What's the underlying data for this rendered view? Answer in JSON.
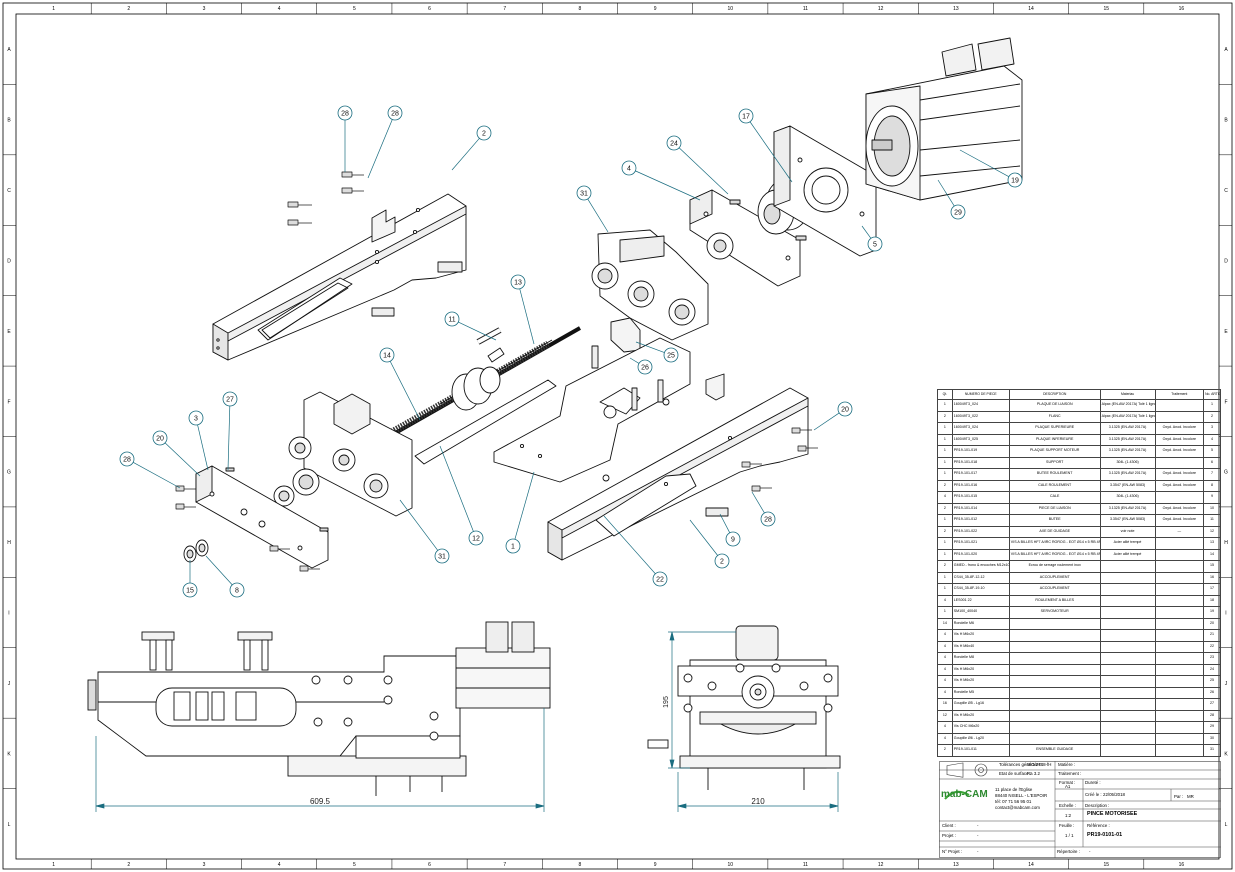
{
  "border": {
    "columns": [
      "1",
      "2",
      "3",
      "4",
      "5",
      "6",
      "7",
      "8",
      "9",
      "10",
      "11",
      "12",
      "13",
      "14",
      "15",
      "16"
    ],
    "rows": [
      "A",
      "B",
      "C",
      "D",
      "E",
      "F",
      "G",
      "H",
      "I",
      "J",
      "K",
      "L"
    ]
  },
  "balloons": [
    "28",
    "28",
    "2",
    "17",
    "24",
    "4",
    "31",
    "19",
    "29",
    "5",
    "13",
    "11",
    "14",
    "25",
    "26",
    "3",
    "27",
    "20",
    "28",
    "20",
    "12",
    "31",
    "1",
    "15",
    "8",
    "22",
    "2",
    "28",
    "9"
  ],
  "dimensions": {
    "front_width": "609.5",
    "side_width": "210",
    "side_height": "195"
  },
  "bom": {
    "headers": [
      "Qt.",
      "NUMERO DE PIECE",
      "DESCRIPTION",
      "Materiau",
      "Traitement",
      "No. ARTICLE"
    ],
    "rows": [
      [
        "1",
        "160049T3_024",
        "PLAQUE DE LIAISON",
        "Alpax (EN-AW 2017A) Tolé 1 ligne",
        "",
        "1"
      ],
      [
        "2",
        "160049T3_022",
        "FLANC",
        "Alpax (EN-AW 2017A) Tolé 1 ligne",
        "",
        "2"
      ],
      [
        "1",
        "160049T3_024",
        "PLAQUE SUPERIEURE",
        "3.1325 (EN-AW 2017A)",
        "Oxyd. Anod. Incolore",
        "3"
      ],
      [
        "1",
        "160049T3_025",
        "PLAQUE INFERIEURE",
        "3.1325 (EN-AW 2017A)",
        "Oxyd. Anod. Incolore",
        "4"
      ],
      [
        "1",
        "PR19-101-019",
        "PLAQUE SUPPORT MOTEUR",
        "3.1325 (EN-AW 2017A)",
        "Oxyd. Anod. Incolore",
        "5"
      ],
      [
        "1",
        "PR19-101-018",
        "SUPPORT",
        "304L (1.4306)",
        "",
        "6"
      ],
      [
        "1",
        "PR19-101-017",
        "BUTEE ROULEMENT",
        "3.1325 (EN-AW 2017A)",
        "Oxyd. Anod. Incolore",
        "7"
      ],
      [
        "2",
        "PR19-101-016",
        "CALE ROULEMENT",
        "3.3547 (EN-AW 5083)",
        "Oxyd. Anod. Incolore",
        "8"
      ],
      [
        "4",
        "PR19-101-015",
        "CALE",
        "304L (1.4306)",
        "",
        "9"
      ],
      [
        "2",
        "PR19-101-014",
        "PIECE DE LIAISON",
        "3.1325 (EN-AW 2017A)",
        "Oxyd. Anod. Incolore",
        "10"
      ],
      [
        "1",
        "PR19-101-012",
        "BUTEE",
        "3.3547 (EN-AW 5083)",
        "Oxyd. Anod. Incolore",
        "11"
      ],
      [
        "2",
        "PR19-101-022",
        "AXE DE GUIDAGE",
        "voir note",
        "—",
        "12"
      ],
      [
        "1",
        "PR19-101-021",
        "VIS A BILLES HF7 A/IRC ROROG - EOT Ø14 x 5 RB 4R 2 5 65 DF A D M",
        "Acier allié trempé",
        "",
        "13"
      ],
      [
        "1",
        "PR19-101-020",
        "VIS A BILLES HF7 A/IRC ROROG - EOT Ø14 x 5 RB 4R 2 5 65 DF A D M (pas à gauche)",
        "Acier allié trempé",
        "",
        "14"
      ],
      [
        "2",
        "GMED - frono & encoches M12x100",
        "Ecrou de serrage roulement inox",
        "",
        "",
        "15"
      ],
      [
        "1",
        "CS44_35-8F-12-12",
        "ACCOUPLEMENT",
        "",
        "",
        "16"
      ],
      [
        "1",
        "CS44_35-8F-19-10",
        "ACCOUPLEMENT",
        "",
        "",
        "17"
      ],
      [
        "4",
        "LES001 22",
        "ROULEMENT A BILLES",
        "",
        "",
        "18"
      ],
      [
        "1",
        "SM100_40040",
        "SERVOMOTEUR",
        "",
        "",
        "19"
      ],
      [
        "14",
        "Rondelle M6",
        "",
        "",
        "",
        "20"
      ],
      [
        "4",
        "Vis H M6x20",
        "",
        "",
        "",
        "21"
      ],
      [
        "4",
        "Vis H M6x40",
        "",
        "",
        "",
        "22"
      ],
      [
        "4",
        "Rondelle M8",
        "",
        "",
        "",
        "23"
      ],
      [
        "4",
        "Vis H M6x20",
        "",
        "",
        "",
        "24"
      ],
      [
        "4",
        "Vis H M6x20",
        "",
        "",
        "",
        "25"
      ],
      [
        "4",
        "Rondelle M5",
        "",
        "",
        "",
        "26"
      ],
      [
        "16",
        "Goupille Ø5 - Lg16",
        "",
        "",
        "",
        "27"
      ],
      [
        "12",
        "Vis H M6x20",
        "",
        "",
        "",
        "28"
      ],
      [
        "4",
        "Vis CHC M6x20",
        "",
        "",
        "",
        "29"
      ],
      [
        "4",
        "Goupille Ø6 - Lg20",
        "",
        "",
        "",
        "30"
      ],
      [
        "2",
        "PR19-101-011",
        "ENSEMBLE GUIDAGE",
        "",
        "",
        "31"
      ]
    ]
  },
  "title_block": {
    "tolerances_label": "Tolérances générales :",
    "tolerances_value": "ISO 2768-fH",
    "surface_label": "Etat de surface :",
    "surface_value": "Ra 3.2",
    "matiere_label": "Matière :",
    "traitement_label": "Traitement :",
    "format_label": "Format :",
    "format_value": "A1",
    "duree_label": "Dureté :",
    "cree_label": "Créé le :",
    "cree_value": "22/05/2018",
    "par_label": "Par :",
    "par_value": "MR",
    "echelle_label": "Echelle :",
    "echelle_value": "1:2",
    "description_label": "Description :",
    "description_value": "PINCE MOTORISEE",
    "feuille_label": "Feuille :",
    "feuille_value": "1 / 1",
    "reference_label": "Référence :",
    "reference_value": "PR19-0101-01",
    "company_logo": "mab-CAM",
    "address": [
      "11 place de l'Eglise",
      "88440 NISELL - L'ESPOIR",
      "tél: 07 71 56 95 01",
      "contact@mabcam.com"
    ],
    "client_label": "Client :",
    "client_value": "-",
    "projet_label": "Projet :",
    "projet_value": "-",
    "no_projet_label": "N° Projet :",
    "no_projet_value": "-",
    "repertoire_label": "Répertoire :",
    "repertoire_value": "-"
  }
}
